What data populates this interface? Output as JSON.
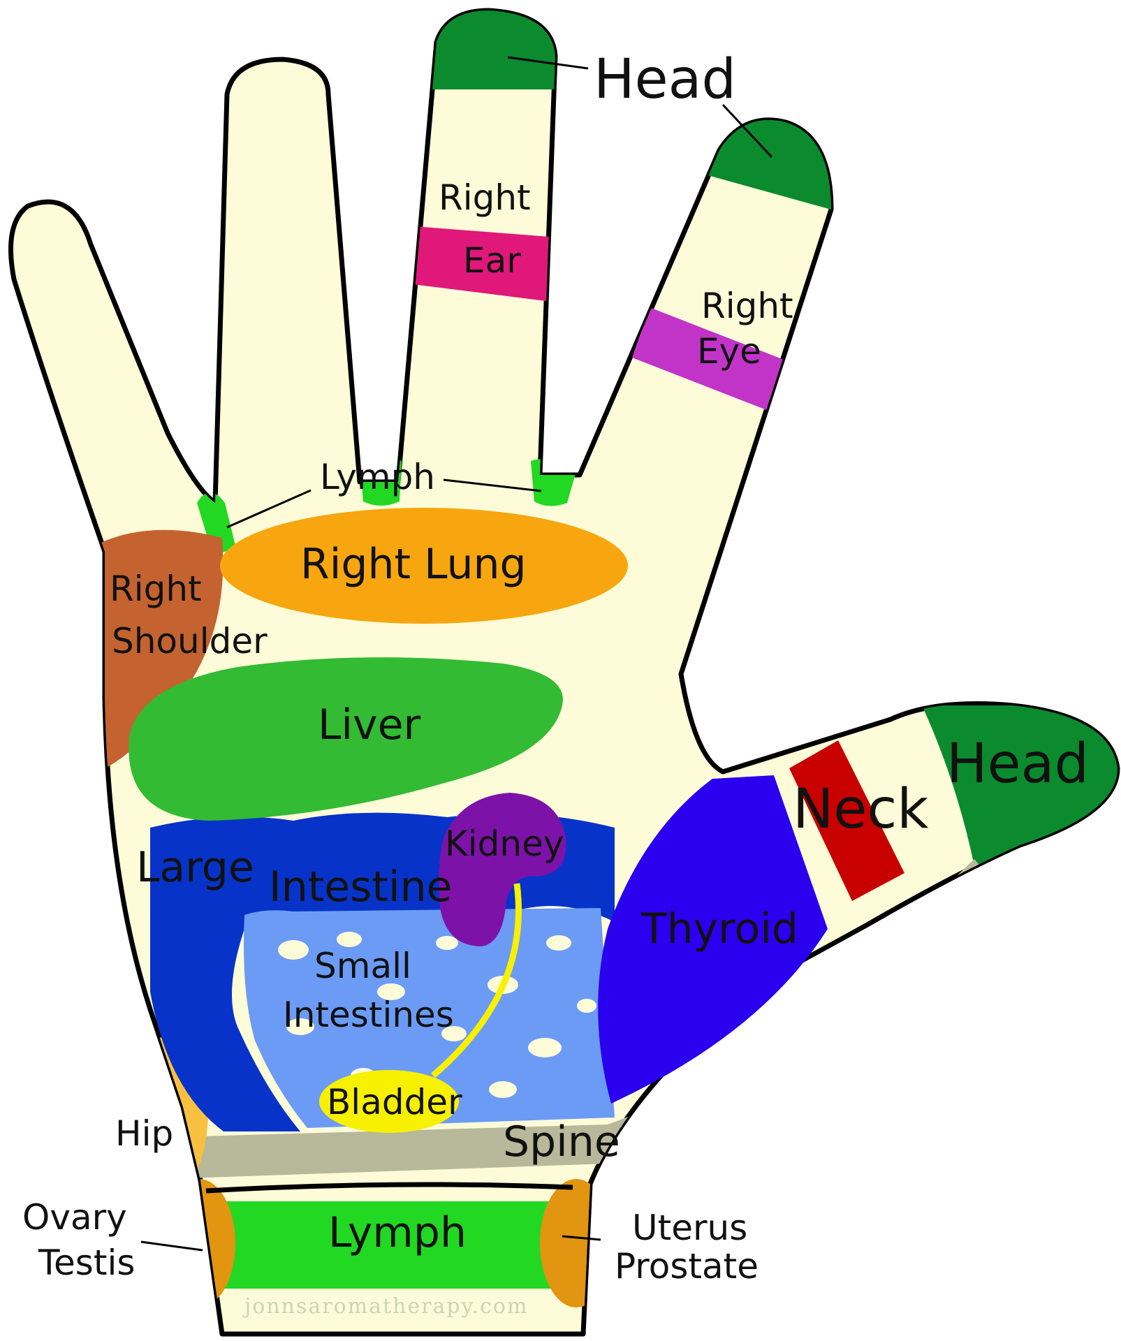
{
  "labels": {
    "head_finger": "Head",
    "right_ear_1": "Right",
    "right_ear_2": "Ear",
    "right_eye_1": "Right",
    "right_eye_2": "Eye",
    "lymph_top": "Lymph",
    "right_lung": "Right  Lung",
    "right_shoulder_1": "Right",
    "right_shoulder_2": "Shoulder",
    "liver": "Liver",
    "head_thumb": "Head",
    "neck": "Neck",
    "large": "Large",
    "intestine": "Intestine",
    "kidney": "Kidney",
    "thyroid": "Thyroid",
    "small_1": "Small",
    "small_2": "Intestines",
    "bladder": "Bladder",
    "hip": "Hip",
    "spine": "Spine",
    "ovary_1": "Ovary",
    "ovary_2": "Testis",
    "lymph_wrist": "Lymph",
    "uterus_1": "Uterus",
    "uterus_2": "Prostate",
    "watermark": "jonnsaromatherapy.com"
  },
  "colors": {
    "skin": "#fefcd8",
    "outline": "#000000",
    "head": "#0b8a2e",
    "ear": "#e0187a",
    "eye": "#c234c8",
    "lymph": "#22d822",
    "lung": "#f7a60f",
    "shoulder": "#c4632f",
    "liver": "#33bb33",
    "large_intestine": "#0733c8",
    "small_intestine": "#6b9bf5",
    "kidney": "#7d12a8",
    "thyroid": "#2a00ee",
    "neck": "#c80000",
    "bladder": "#f7f000",
    "spine": "#b8b89a",
    "hip": "#f7c040",
    "ovary_uterus": "#e19510"
  }
}
